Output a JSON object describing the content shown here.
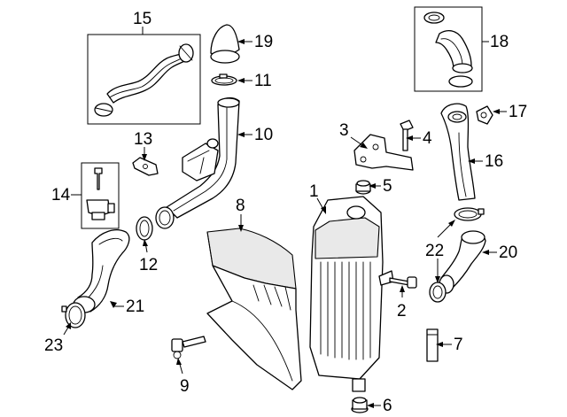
{
  "diagram": {
    "callouts": [
      {
        "id": "p1",
        "label": "1"
      },
      {
        "id": "p2",
        "label": "2"
      },
      {
        "id": "p3",
        "label": "3"
      },
      {
        "id": "p4",
        "label": "4"
      },
      {
        "id": "p5",
        "label": "5"
      },
      {
        "id": "p6",
        "label": "6"
      },
      {
        "id": "p7",
        "label": "7"
      },
      {
        "id": "p8",
        "label": "8"
      },
      {
        "id": "p9",
        "label": "9"
      },
      {
        "id": "p10",
        "label": "10"
      },
      {
        "id": "p11",
        "label": "11"
      },
      {
        "id": "p12",
        "label": "12"
      },
      {
        "id": "p13",
        "label": "13"
      },
      {
        "id": "p14",
        "label": "14"
      },
      {
        "id": "p15",
        "label": "15"
      },
      {
        "id": "p16",
        "label": "16"
      },
      {
        "id": "p17",
        "label": "17"
      },
      {
        "id": "p18",
        "label": "18"
      },
      {
        "id": "p19",
        "label": "19"
      },
      {
        "id": "p20",
        "label": "20"
      },
      {
        "id": "p21",
        "label": "21"
      },
      {
        "id": "p22",
        "label": "22"
      },
      {
        "id": "p23",
        "label": "23"
      }
    ]
  }
}
